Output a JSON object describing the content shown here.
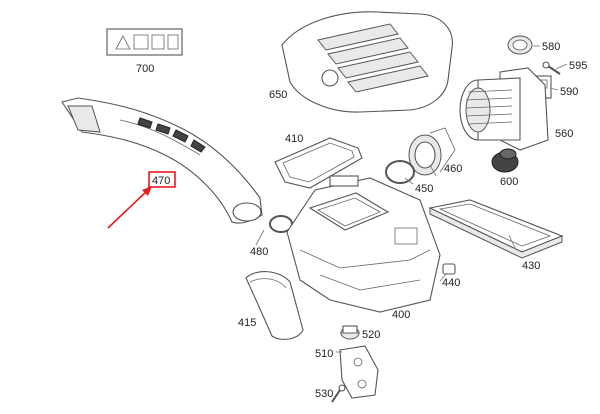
{
  "parts": {
    "p700": "700",
    "p650": "650",
    "p580": "580",
    "p595": "595",
    "p590": "590",
    "p560": "560",
    "p410": "410",
    "p460": "460",
    "p600": "600",
    "p470": "470",
    "p450": "450",
    "p480": "480",
    "p430": "430",
    "p440": "440",
    "p400": "400",
    "p415": "415",
    "p520": "520",
    "p510": "510",
    "p530": "530"
  },
  "highlight": {
    "part": "470",
    "color": "#e8191f"
  }
}
